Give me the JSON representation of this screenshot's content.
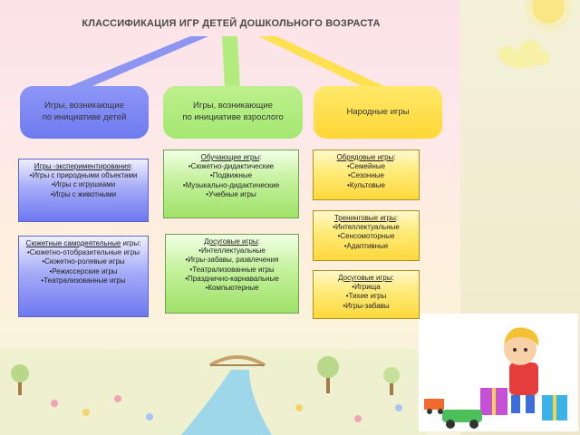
{
  "title": "КЛАССИФИКАЦИЯ ИГР ДЕТЕЙ ДОШКОЛЬНОГО ВОЗРАСТА",
  "categories": [
    {
      "label": "Игры, возникающие\nпо инициативе детей"
    },
    {
      "label": "Игры, возникающие\nпо инициативе взрослого"
    },
    {
      "label": "Народные игры"
    }
  ],
  "boxes": {
    "b1": {
      "head": "Игры -экспериментирования",
      "tail": ":",
      "items": [
        "•Игры с природными объектами",
        "•Игры с игрушками",
        "•Игры с животными"
      ]
    },
    "b2": {
      "head": "Сюжетные самодеятельные",
      "tail": " игры:",
      "items": [
        "•Сюжетно-отобразительные игры",
        "•Сюжетно-ролевые игры",
        "•Режиссерские игры",
        "•Театрализованные игры"
      ]
    },
    "b3": {
      "head": "Обучающие игры",
      "tail": ":",
      "items": [
        "•Сюжетно-дидактические",
        "•Подвижные",
        "•Музыкально-дидактические",
        "•Учебные игры"
      ]
    },
    "b4": {
      "head": "Досуговые игры",
      "tail": ":",
      "items": [
        "•Интеллектуальные",
        "•Игры-забавы, развлечения",
        "•Театрализованные игры",
        "•Празднично-карнавальные",
        "•Компьютерные"
      ]
    },
    "b5": {
      "head": "Обрядовые игры",
      "tail": ":",
      "items": [
        "•Семейные",
        "•Сезонные",
        "•Культовые"
      ]
    },
    "b6": {
      "head": "Тренинговые игры",
      "tail": ":",
      "items": [
        "•Интеллектуальные",
        "•Сенсомоторные",
        "•Адаптивные"
      ]
    },
    "b7": {
      "head": "Досуговые игры",
      "tail": ":",
      "items": [
        "•Игрища",
        "•Тихие игры",
        "•Игры-забавы"
      ]
    }
  },
  "colors": {
    "blue": "#6f7af0",
    "green": "#a4e772",
    "yellow": "#ffd635"
  }
}
